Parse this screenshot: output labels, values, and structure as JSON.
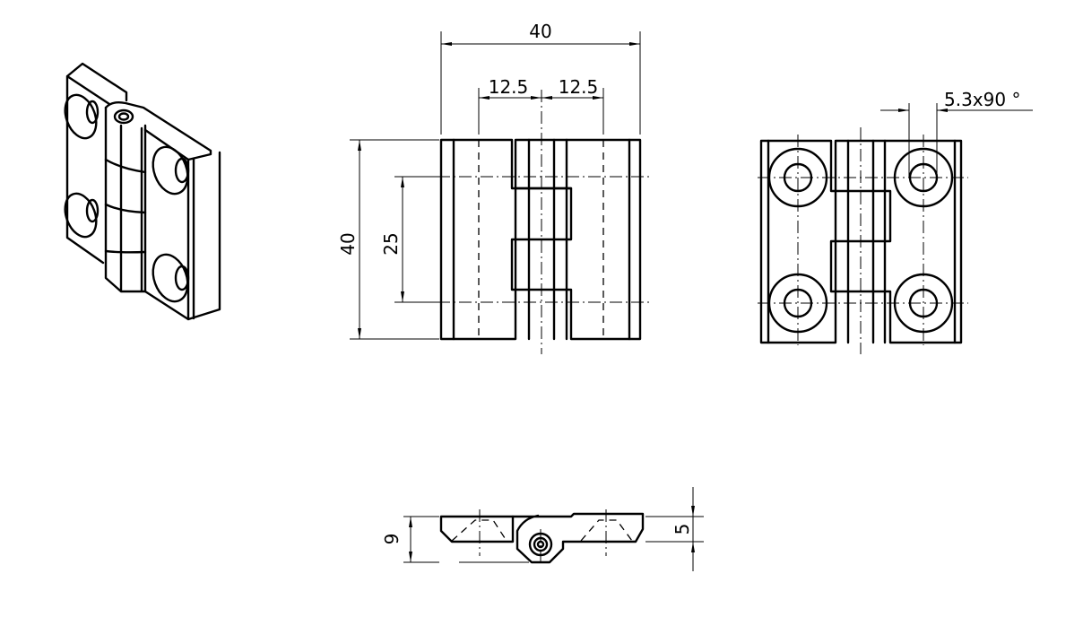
{
  "drawing": {
    "front_view": {
      "overall_width": "40",
      "hole_offset_left": "12.5",
      "hole_offset_right": "12.5",
      "overall_height": "40",
      "hole_spacing": "25"
    },
    "side_view": {
      "countersink_callout": "5.3x90 °"
    },
    "bottom_view": {
      "total_thickness": "9",
      "leaf_thickness": "5"
    }
  },
  "colors": {
    "line": "#000000",
    "background": "#ffffff"
  }
}
